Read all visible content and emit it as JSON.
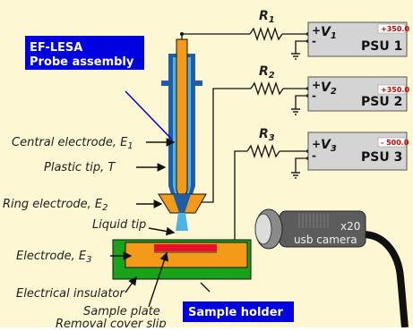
{
  "title_box": {
    "line1": "EF-LESA",
    "line2": "Probe assembly"
  },
  "resistors": [
    {
      "name": "R",
      "sub": "1"
    },
    {
      "name": "R",
      "sub": "2"
    },
    {
      "name": "R",
      "sub": "3"
    }
  ],
  "psus": [
    {
      "plus": "+",
      "minus": "-",
      "v": "V",
      "v_sub": "1",
      "display": "+350.0",
      "label": "PSU 1"
    },
    {
      "plus": "+",
      "minus": "-",
      "v": "V",
      "v_sub": "2",
      "display": "+350.0",
      "label": "PSU 2"
    },
    {
      "plus": "+",
      "minus": "-",
      "v": "V",
      "v_sub": "3",
      "display": "- 500.0",
      "label": "PSU 3"
    }
  ],
  "labels": {
    "central_electrode": "Central electrode, E",
    "central_electrode_sub": "1",
    "plastic_tip": "Plastic tip, T",
    "ring_electrode": "Ring electrode, E",
    "ring_electrode_sub": "2",
    "liquid_tip": "Liquid tip",
    "electrode_e3": "Electrode, E",
    "electrode_e3_sub": "3",
    "electrical_insulator": "Electrical insulator",
    "sample_plate": "Sample plate",
    "removal_cover_slip": "Removal cover slip"
  },
  "sample_holder": "Sample holder",
  "camera": {
    "line1": "x20",
    "line2": "usb camera"
  },
  "colors": {
    "background": "#fdf7d3",
    "orange": "#f39a18",
    "blue_tube": "#1f5da6",
    "light_blue": "#4fb3e8",
    "green": "#1aa31a",
    "red": "#e8102a",
    "navy_box": "#0000e0",
    "psu_box": "#d4d4d4"
  }
}
